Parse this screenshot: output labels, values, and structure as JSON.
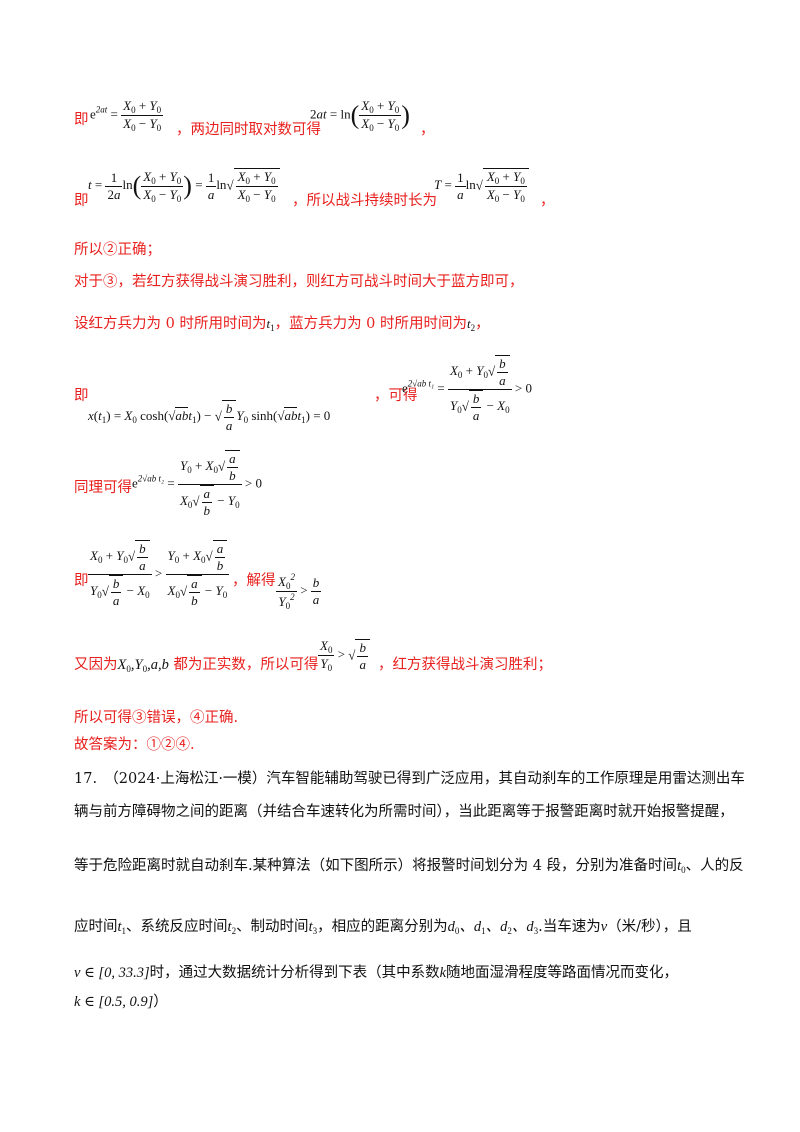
{
  "lines": {
    "l1_prefix": "即",
    "l1_mid": "，两边同时取对数可得",
    "l1_end": "，",
    "l2_prefix": "即",
    "l2_mid": "，所以战斗持续时长为",
    "l2_end": "，",
    "l3": "所以②正确；",
    "l4": "对于③，若红方获得战斗演习胜利，则红方可战斗时间大于蓝方即可，",
    "l5_a": "设红方兵力为 0 时所用时间为",
    "l5_b": "，蓝方兵力为 0 时所用时间为",
    "l5_c": "，",
    "l6_prefix": "即",
    "l6_mid": "，可得",
    "l7_prefix": "同理可得",
    "l8_prefix": "即",
    "l8_mid": "，解得",
    "l9_a": "又因为",
    "l9_b": "都为正实数，所以可得",
    "l9_c": "，红方获得战斗演习胜利；",
    "l10": "所以可得③错误，④正确.",
    "l11": "故答案为：①②④."
  },
  "problem17": {
    "line1": "17.　（2024·上海松江·一模）汽车智能辅助驾驶已得到广泛应用，其自动刹车的工作原理是用雷达测出车",
    "line2": "辆与前方障碍物之间的距离（并结合车速转化为所需时间），当此距离等于报警距离时就开始报警提醒，",
    "line3_a": "等于危险距离时就自动刹车.某种算法（如下图所示）将报警时间划分为 4 段，分别为准备时间",
    "line3_b": "、人的反",
    "line4_a": "应时间",
    "line4_b": "、系统反应时间",
    "line4_c": "、制动时间",
    "line4_d": "，相应的距离分别为",
    "line4_e": ".当车速为",
    "line4_f": "（米/秒），且",
    "line5_b": "时，通过大数据统计分析得到下表（其中系数",
    "line5_c": "随地面湿滑程度等路面情况而变化，",
    "line6_b": "）"
  }
}
